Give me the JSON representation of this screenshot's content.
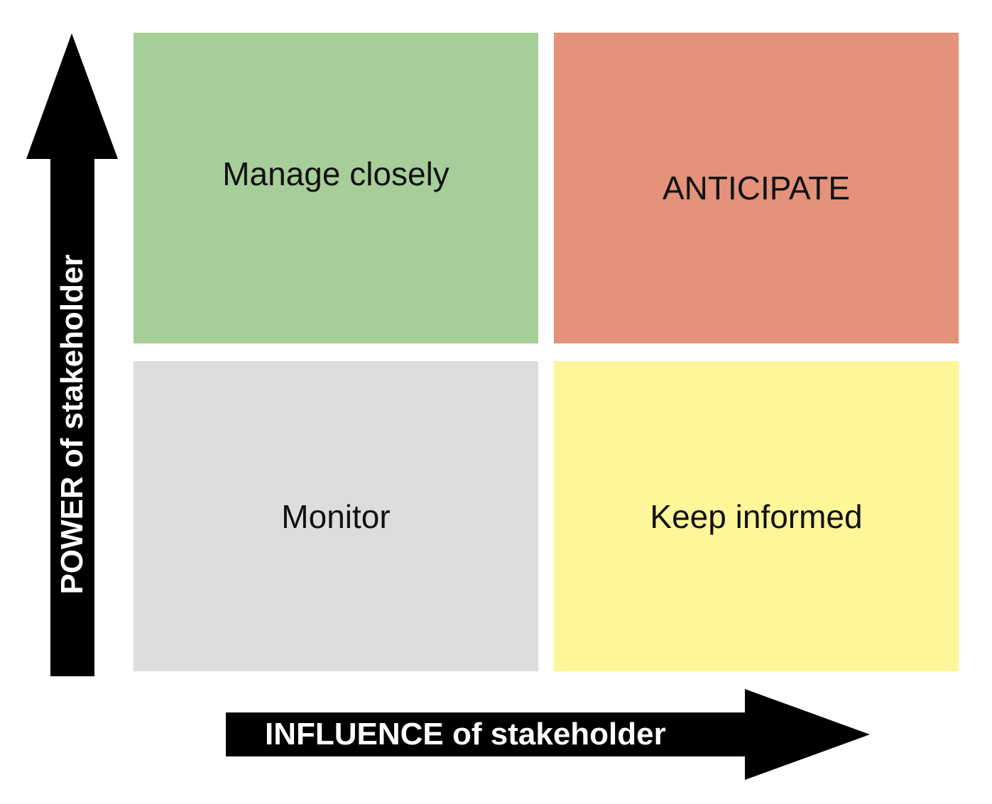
{
  "quadrants": [
    {
      "label": "Manage closely",
      "color": "#a7ce99"
    },
    {
      "label": "ANTICIPATE",
      "color": "#e4927a"
    },
    {
      "label": "Monitor",
      "color": "#dcdddf"
    },
    {
      "label": "Keep informed",
      "color": "#fef699"
    }
  ],
  "axes": {
    "y_label": "POWER of stakeholder",
    "x_label": "INFLUENCE of stakeholder"
  }
}
